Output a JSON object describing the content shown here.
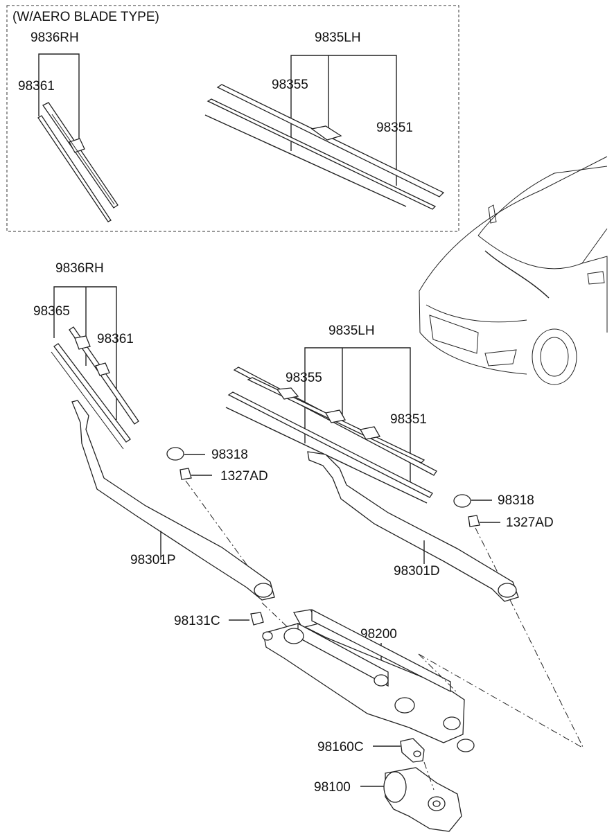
{
  "inset": {
    "title": "(W/AERO BLADE TYPE)",
    "labels": {
      "rh_assy": "9836RH",
      "rh_blade": "98361",
      "lh_assy": "9835LH",
      "lh_insert": "98355",
      "lh_blade": "98351"
    }
  },
  "main": {
    "labels": {
      "rh_assy": "9836RH",
      "rh_insert": "98365",
      "rh_blade": "98361",
      "lh_assy": "9835LH",
      "lh_insert": "98355",
      "lh_blade": "98351",
      "cap_left": "98318",
      "nut_left": "1327AD",
      "cap_right": "98318",
      "nut_right": "1327AD",
      "arm_rh": "98301P",
      "arm_lh": "98301D",
      "nut_pivot": "98131C",
      "linkage": "98200",
      "bracket": "98160C",
      "motor": "98100"
    }
  }
}
